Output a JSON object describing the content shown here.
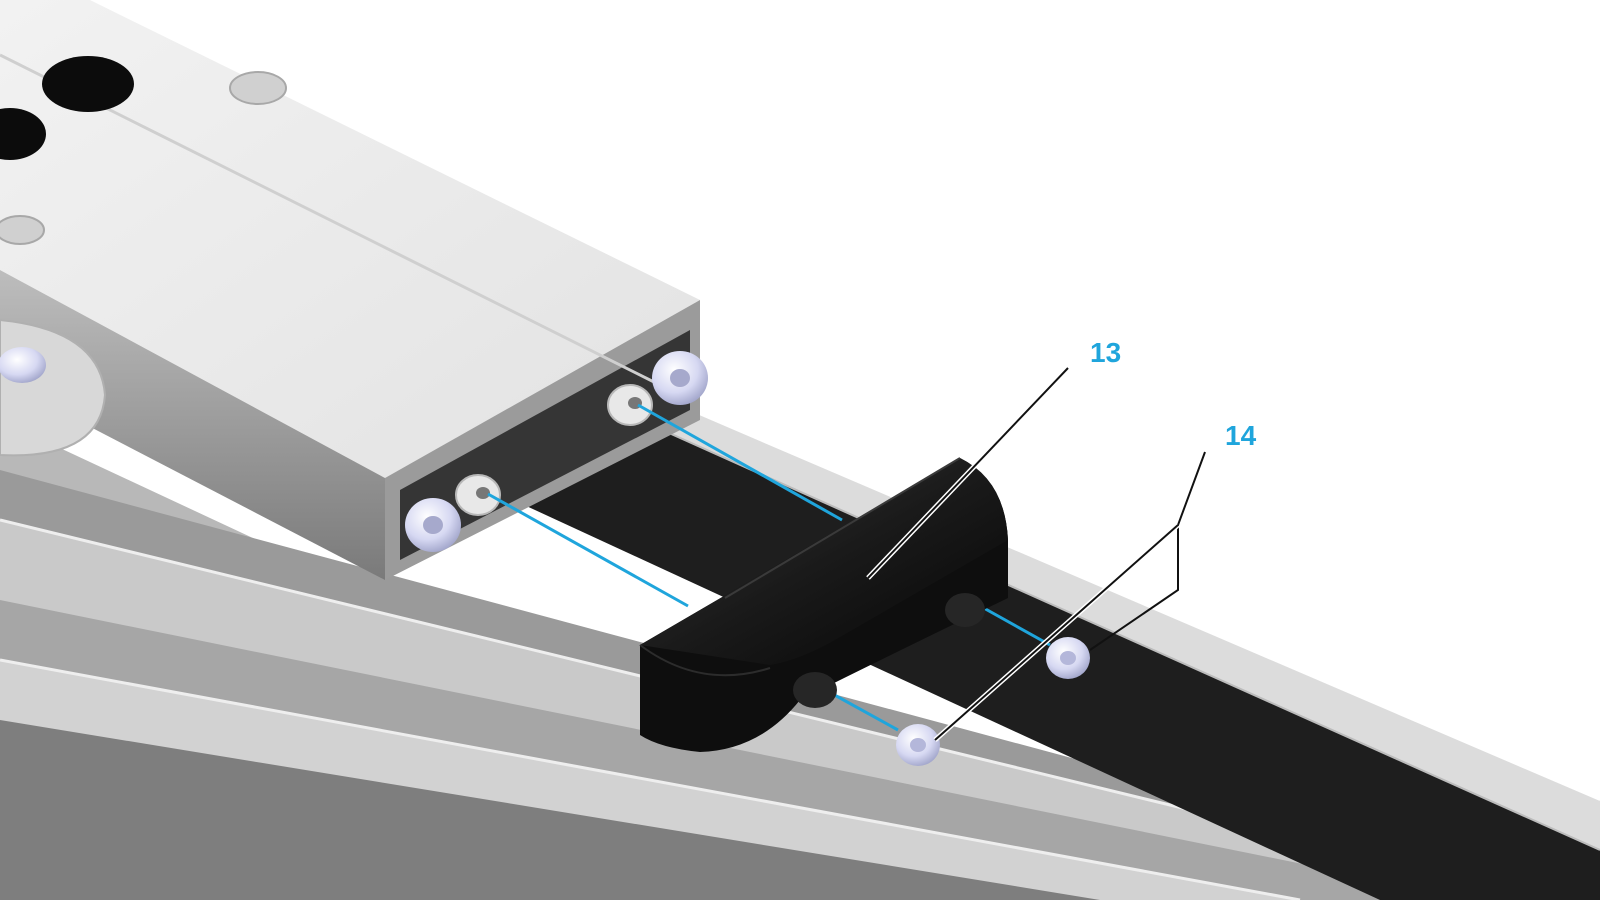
{
  "diagram": {
    "callouts": [
      {
        "id": "13",
        "label": "13",
        "part": "end-cap"
      },
      {
        "id": "14",
        "label": "14",
        "part": "button-head-screws"
      }
    ]
  },
  "colors": {
    "callout_text": "#1fa5dc",
    "alignment_line": "#1fa5dc",
    "leader_line": "#111111",
    "rail_light": "#dcdcdc",
    "rail_dark": "#8a8a8a",
    "carriage_top": "#e9e9e9",
    "belt": "#1e1e1e",
    "end_cap": "#141414",
    "screw": "#d4d6f0"
  }
}
